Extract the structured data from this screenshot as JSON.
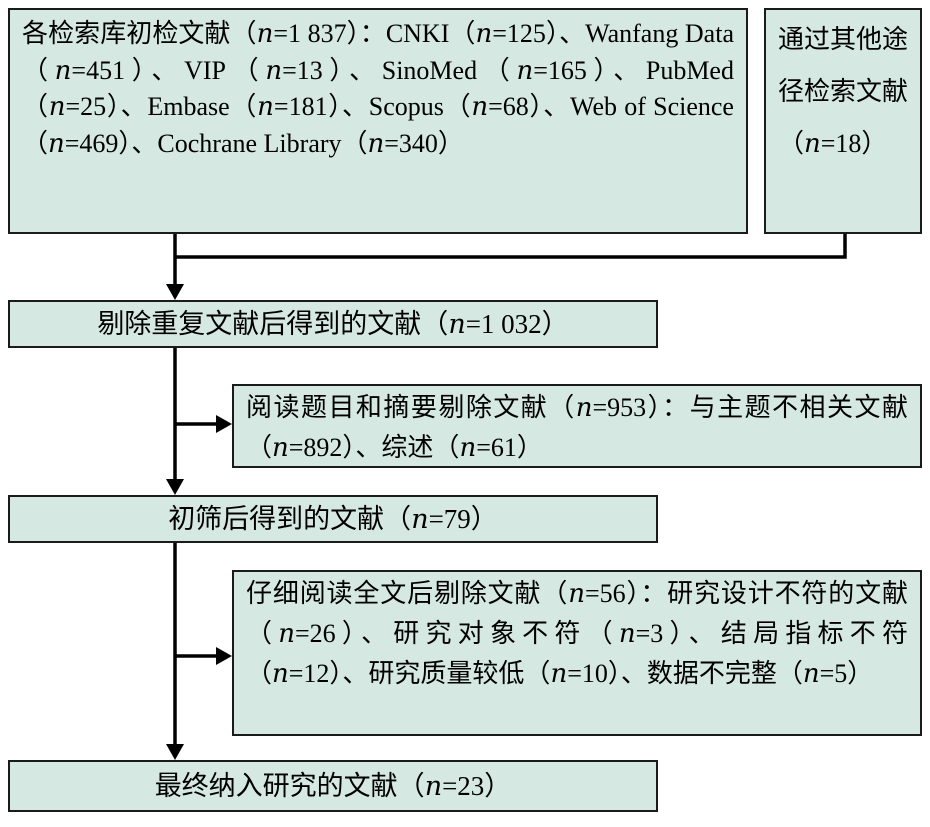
{
  "diagram": {
    "title": "literature-screening-flow",
    "boxes": {
      "initial_search": "各检索库初检文献（n=1 837）：CNKI（n=125）、Wanfang Data（n=451）、VIP（n=13）、SinoMed（n=165）、PubMed（n=25）、Embase（n=181）、Scopus（n=68）、Web of Science（n=469）、Cochrane Library（n=340）",
      "other_sources": "通过其他途径检索文献（n=18）",
      "after_dedup": "剔除重复文献后得到的文献（n=1 032）",
      "title_abstract_excluded": "阅读题目和摘要剔除文献（n=953）：与主题不相关文献（n=892）、综述（n=61）",
      "after_screening": "初筛后得到的文献（n=79）",
      "fulltext_excluded": "仔细阅读全文后剔除文献（n=56）：研究设计不符的文献（n=26）、研究对象不符（n=3）、结局指标不符（n=12）、研究质量较低（n=10）、数据不完整（n=5）",
      "final_included": "最终纳入研究的文献（n=23）"
    },
    "counts": {
      "initial_total": "1 837",
      "cnki": "125",
      "wanfang": "451",
      "vip": "13",
      "sinomed": "165",
      "pubmed": "25",
      "embase": "181",
      "scopus": "68",
      "web_of_science": "469",
      "cochrane": "340",
      "other_sources": "18",
      "after_dedup": "1 032",
      "title_abstract_excluded": "953",
      "not_related": "892",
      "reviews": "61",
      "after_screening": "79",
      "fulltext_excluded": "56",
      "design_mismatch": "26",
      "subject_mismatch": "3",
      "outcome_mismatch": "12",
      "low_quality": "10",
      "incomplete_data": "5",
      "final_included": "23"
    },
    "colors": {
      "box_fill": "#d5e8e2",
      "box_border": "#1b1b1b",
      "arrow": "#000000",
      "background": "#ffffff"
    }
  }
}
